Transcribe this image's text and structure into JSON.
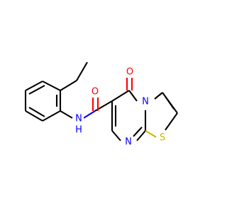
{
  "molecule": {
    "atoms": {
      "amide_o": {
        "symbol": "O",
        "color": "#ff0000"
      },
      "amide_nh": {
        "symbol": "N",
        "suffix": "H",
        "color": "#0000ff"
      },
      "ring_o": {
        "symbol": "O",
        "color": "#ff0000"
      },
      "ring_n_top": {
        "symbol": "N",
        "color": "#0000ff"
      },
      "ring_n_bottom": {
        "symbol": "N",
        "color": "#0000ff"
      },
      "ring_s": {
        "symbol": "S",
        "color": "#c8b400"
      }
    }
  }
}
